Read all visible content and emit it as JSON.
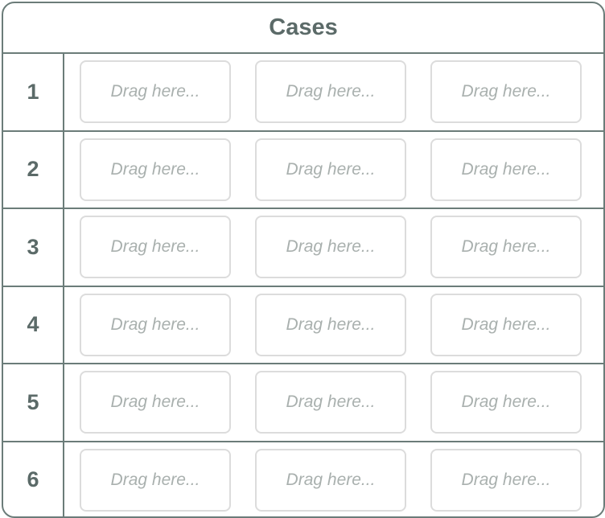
{
  "header": {
    "title": "Cases"
  },
  "rows": [
    {
      "label": "1",
      "slots": [
        "Drag here...",
        "Drag here...",
        "Drag here..."
      ]
    },
    {
      "label": "2",
      "slots": [
        "Drag here...",
        "Drag here...",
        "Drag here..."
      ]
    },
    {
      "label": "3",
      "slots": [
        "Drag here...",
        "Drag here...",
        "Drag here..."
      ]
    },
    {
      "label": "4",
      "slots": [
        "Drag here...",
        "Drag here...",
        "Drag here..."
      ]
    },
    {
      "label": "5",
      "slots": [
        "Drag here...",
        "Drag here...",
        "Drag here..."
      ]
    },
    {
      "label": "6",
      "slots": [
        "Drag here...",
        "Drag here...",
        "Drag here..."
      ]
    }
  ],
  "colors": {
    "border": "#6b7c79",
    "text": "#5b6a68",
    "slot_border": "#dcdcdc",
    "placeholder": "#a9b0ae"
  }
}
